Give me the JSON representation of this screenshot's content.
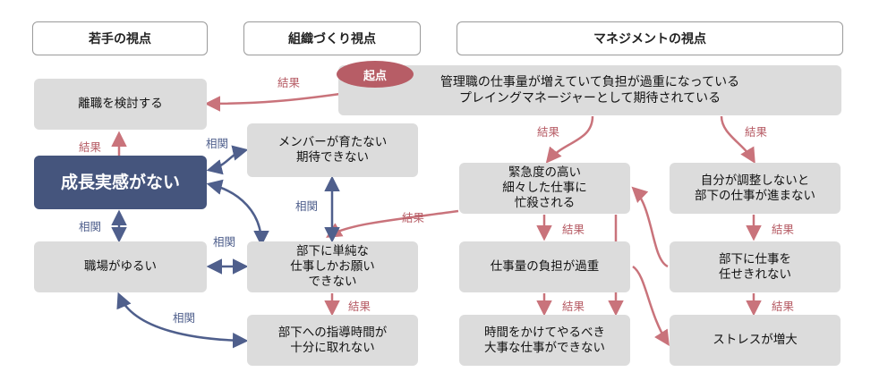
{
  "headers": {
    "young": "若手の視点",
    "org": "組織づくり視点",
    "mgmt": "マネジメントの視点"
  },
  "nodes": {
    "resign": "離職を検討する",
    "no_growth": "成長実感がない",
    "loose": "職場がゆるい",
    "members": "メンバーが育たない\n期待できない",
    "simple_work": "部下に単純な\n仕事しかお願い\nできない",
    "less_guidance": "部下への指導時間が\n十分に取れない",
    "manager_load": "管理職の仕事量が増えていて負担が過重になっている\nプレイングマネージャーとして期待されている",
    "urgent": "緊急度の高い\n細々した仕事に\n忙殺される",
    "overload": "仕事量の負担が過重",
    "no_time_important": "時間をかけてやるべき\n大事な仕事ができない",
    "self_adjust": "自分が調整しないと\n部下の仕事が進まない",
    "cant_delegate": "部下に仕事を\n任せきれない",
    "stress": "ストレスが増大"
  },
  "start_badge": "起点",
  "labels": {
    "result": "結果",
    "correlation": "相関"
  },
  "colors": {
    "result": "#c9737b",
    "correlation": "#4f5f8c",
    "box": "#dcdcdc",
    "main_box": "#45557d"
  }
}
